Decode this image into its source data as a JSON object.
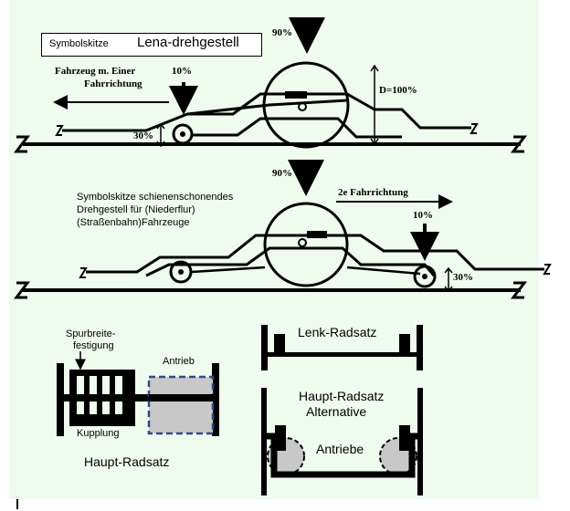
{
  "top_diagram": {
    "title_small": "Symbolskitze",
    "title_large": "Lena-drehgestell",
    "direction_label_line1": "Fahrzeug m. Einer",
    "direction_label_line2": "Fahrrichtung",
    "pct_90": "90%",
    "pct_10": "10%",
    "pct_30": "30%",
    "d_label": "D=100%"
  },
  "middle_diagram": {
    "pct_90": "90%",
    "desc_line1": "Symbolskitze schienenschonendes",
    "desc_line2": "Drehgestell für (Niederflur)",
    "desc_line3": "(Straßenbahn)Fahrzeuge",
    "direction_label": "2e Fahrrichtung",
    "pct_10": "10%",
    "pct_30": "30%"
  },
  "bottom_left": {
    "gauge_label_line1": "Spurbreite-",
    "gauge_label_line2": "festigung",
    "drive_label": "Antrieb",
    "coupling_label": "Kupplung",
    "caption": "Haupt-Radsatz"
  },
  "bottom_right": {
    "steer_label": "Lenk-Radsatz",
    "alt_label_line1": "Haupt-Radsatz",
    "alt_label_line2": "Alternative",
    "drives_label": "Antriebe"
  },
  "colors": {
    "background": "#f0fbef",
    "ink": "#000000",
    "drive_fill": "#c8c8c8",
    "drive_border": "#2e4b8a"
  }
}
